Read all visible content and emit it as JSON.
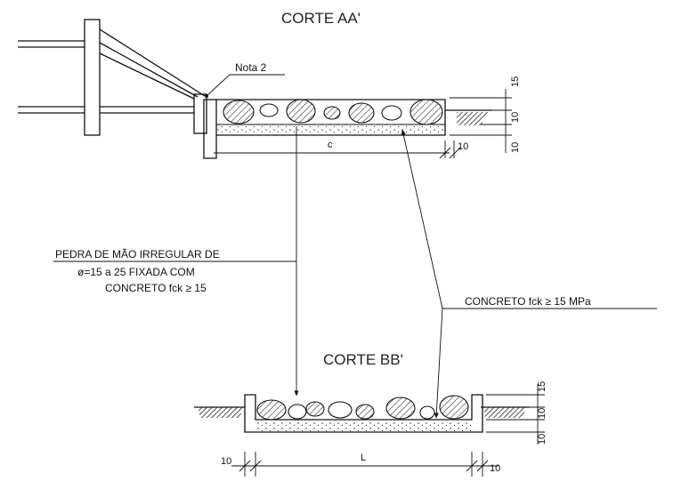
{
  "section_aa": {
    "title": "CORTE AA'",
    "note_label": "Nota 2",
    "dim_c": "c",
    "dim_right_10": "10",
    "dim_vertical_15": "15",
    "dim_vertical_10a": "10",
    "dim_vertical_10b": "10"
  },
  "callouts": {
    "stone_line1": "PEDRA DE MÃO IRREGULAR DE",
    "stone_line2": "ø=15 a 25 FIXADA COM",
    "stone_line3": "CONCRETO fck ≥ 15",
    "concrete": "CONCRETO fck ≥ 15 MPa"
  },
  "section_bb": {
    "title": "CORTE BB'",
    "dim_left_10": "10",
    "dim_L": "L",
    "dim_right_10": "10",
    "dim_vertical_15": "15",
    "dim_vertical_10a": "10",
    "dim_vertical_10b": "10"
  },
  "colors": {
    "line": "#111111",
    "hatch": "#333333",
    "background": "#ffffff"
  }
}
